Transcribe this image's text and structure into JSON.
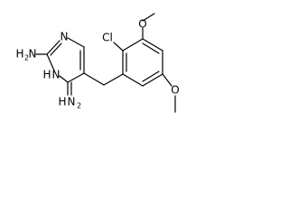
{
  "molecule": {
    "atoms": {
      "nh2_top_h": "H",
      "nh2_top_sub": "2",
      "nh2_top_n": "N",
      "ring_n1": "N",
      "ring_n3_h": "H",
      "ring_n3_n": "N",
      "nh2_bottom_h": "H",
      "nh2_bottom_n": "N",
      "nh2_bottom_sub": "2",
      "cl": "Cl",
      "o_top": "O",
      "o_bottom": "O"
    },
    "colors": {
      "bond": "#000000",
      "label": "#000000",
      "background": "#ffffff"
    }
  }
}
